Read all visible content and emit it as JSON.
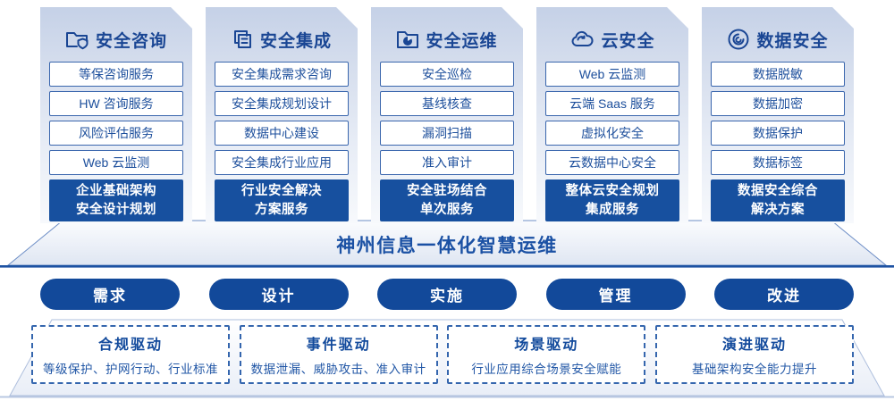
{
  "banner": {
    "title": "神州信息一体化智慧运维"
  },
  "columns": [
    {
      "icon": "folder-shield-icon",
      "title": "安全咨询",
      "items": [
        "等保咨询服务",
        "HW 咨询服务",
        "风险评估服务",
        "Web 云监测"
      ],
      "footer": [
        "企业基础架构",
        "安全设计规划"
      ]
    },
    {
      "icon": "stacked-documents-icon",
      "title": "安全集成",
      "items": [
        "安全集成需求咨询",
        "安全集成规划设计",
        "数据中心建设",
        "安全集成行业应用"
      ],
      "footer": [
        "行业安全解决",
        "方案服务"
      ]
    },
    {
      "icon": "folder-pie-icon",
      "title": "安全运维",
      "items": [
        "安全巡检",
        "基线核查",
        "漏洞扫描",
        "准入审计"
      ],
      "footer": [
        "安全驻场结合",
        "单次服务"
      ]
    },
    {
      "icon": "cloud-sync-icon",
      "title": "云安全",
      "items": [
        "Web 云监测",
        "云端 Saas 服务",
        "虚拟化安全",
        "云数据中心安全"
      ],
      "footer": [
        "整体云安全规划",
        "集成服务"
      ]
    },
    {
      "icon": "fingerprint-circle-icon",
      "title": "数据安全",
      "items": [
        "数据脱敏",
        "数据加密",
        "数据保护",
        "数据标签"
      ],
      "footer": [
        "数据安全综合",
        "解决方案"
      ]
    }
  ],
  "process_steps": [
    "需求",
    "设计",
    "实施",
    "管理",
    "改进"
  ],
  "drivers": [
    {
      "title": "合规驱动",
      "desc": "等级保护、护网行动、行业标准"
    },
    {
      "title": "事件驱动",
      "desc": "数据泄漏、威胁攻击、准入审计"
    },
    {
      "title": "场景驱动",
      "desc": "行业应用综合场景安全赋能"
    },
    {
      "title": "演进驱动",
      "desc": "基础架构安全能力提升"
    }
  ],
  "colors": {
    "primary_blue": "#17509f",
    "title_blue": "#1a4694",
    "item_border_blue": "#3a66ad",
    "banner_text_blue": "#1b51a4",
    "banner_base_line": "#1d52a2",
    "card_gradient_top": "#c5d1e7",
    "platform_edge": "#aebfdd"
  }
}
